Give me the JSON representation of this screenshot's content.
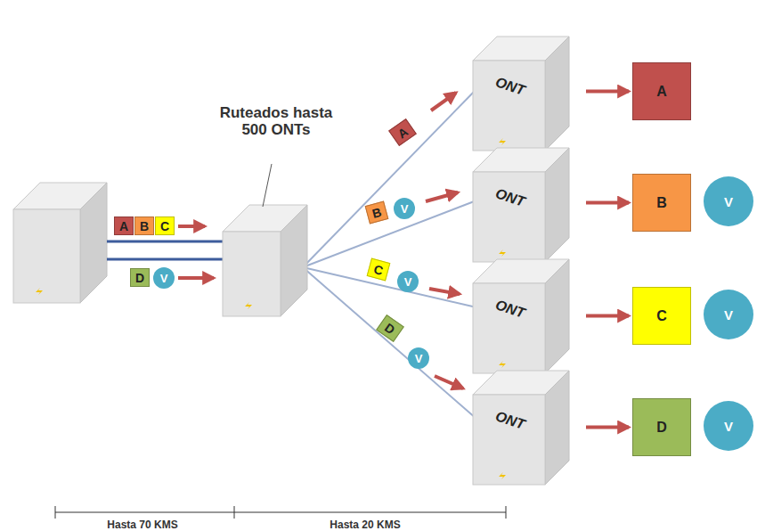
{
  "diagram": {
    "nodes": [
      {
        "text": [
          "A"
        ]
      },
      {
        "text": [
          "B"
        ]
      },
      {
        "text": [
          "C"
        ]
      },
      {
        "text": [
          "D"
        ]
      },
      {
        "text": [
          "V"
        ]
      },
      {
        "text": [
          "A"
        ]
      },
      {
        "text": [
          "B"
        ]
      },
      {
        "text": [
          "V"
        ]
      },
      {
        "text": [
          "C"
        ]
      },
      {
        "text": [
          "V"
        ]
      },
      {
        "text": [
          "D"
        ]
      },
      {
        "text": [
          "V"
        ]
      },
      {
        "text": [
          "ONT"
        ]
      },
      {
        "text": [
          "ONT"
        ]
      },
      {
        "text": [
          "ONT"
        ]
      },
      {
        "text": [
          "ONT"
        ]
      },
      {
        "text": [
          "A"
        ]
      },
      {
        "text": [
          "B"
        ]
      },
      {
        "text": [
          "V"
        ]
      },
      {
        "text": [
          "C"
        ]
      },
      {
        "text": [
          "V"
        ]
      },
      {
        "text": [
          "D"
        ]
      },
      {
        "text": [
          "V"
        ]
      }
    ],
    "edges": [
      {
        "from": 12,
        "to": 16,
        "arrow": "to"
      },
      {
        "from": 13,
        "to": 17,
        "arrow": "to"
      },
      {
        "from": 14,
        "to": 19,
        "arrow": "to"
      },
      {
        "from": 15,
        "to": 21,
        "arrow": "to"
      }
    ],
    "labels": [
      "Ruteados hasta 500 ONTs",
      "Hasta 70 KMS",
      "Hasta 20 KMS"
    ]
  }
}
